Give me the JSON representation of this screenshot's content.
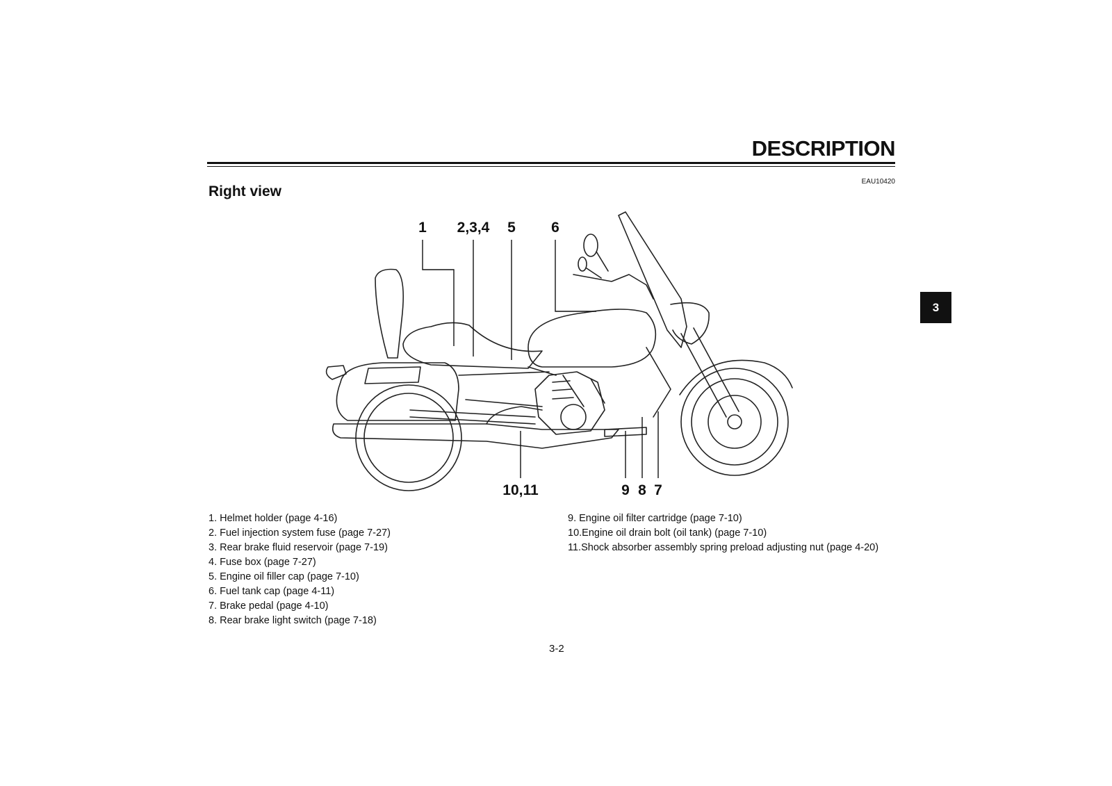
{
  "header": {
    "title": "DESCRIPTION",
    "doc_code": "EAU10420"
  },
  "section": {
    "title": "Right view"
  },
  "chapter_tab": "3",
  "figure": {
    "callouts": [
      "1",
      "2,3,4",
      "5",
      "6",
      "10,11",
      "9",
      "8",
      "7"
    ]
  },
  "parts_left": [
    "1. Helmet holder (page 4-16)",
    "2. Fuel injection system fuse (page 7-27)",
    "3. Rear brake fluid reservoir (page 7-19)",
    "4. Fuse box (page 7-27)",
    "5. Engine oil filler cap (page 7-10)",
    "6. Fuel tank cap (page 4-11)",
    "7. Brake pedal (page 4-10)",
    "8. Rear brake light switch (page 7-18)"
  ],
  "parts_right": [
    "9. Engine oil filter cartridge (page 7-10)",
    "10.Engine oil drain bolt (oil tank) (page 7-10)",
    "11.Shock absorber assembly spring preload adjusting nut (page 4-20)"
  ],
  "page_number": "3-2"
}
